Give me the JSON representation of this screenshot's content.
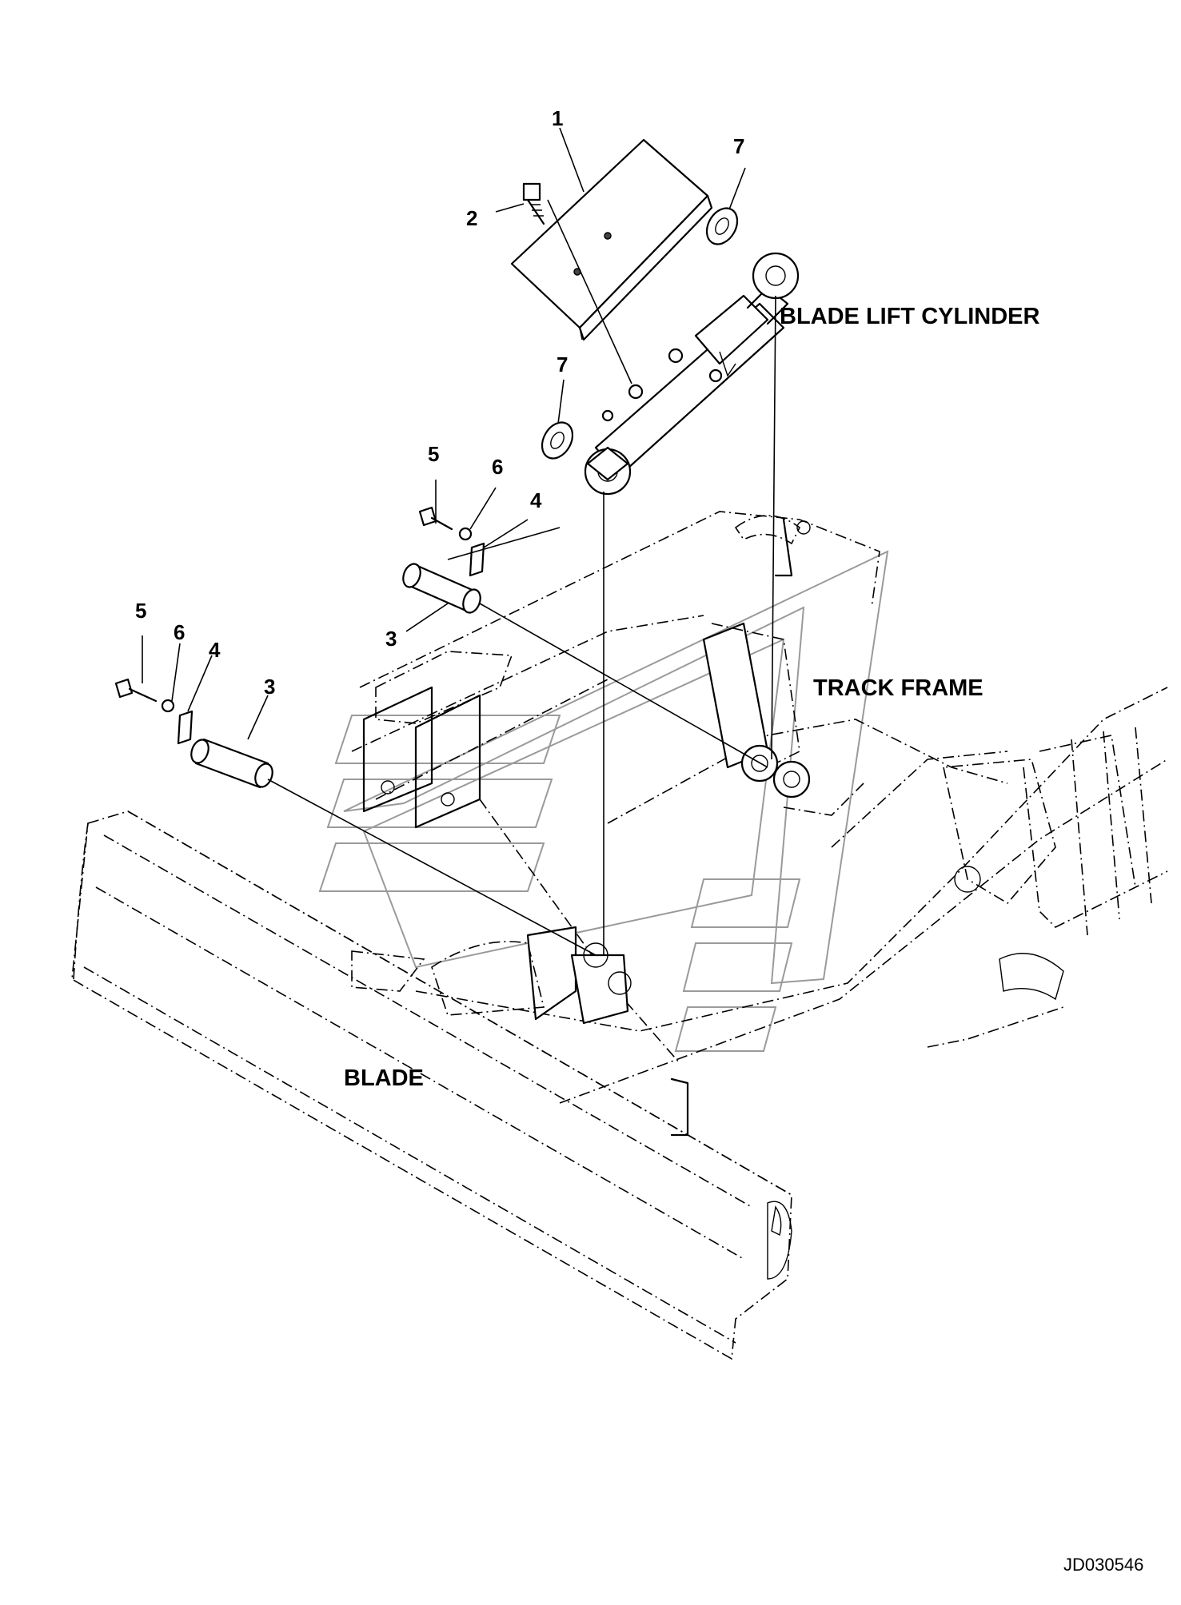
{
  "labels": {
    "blade_lift_cylinder": "BLADE LIFT CYLINDER",
    "track_frame": "TRACK FRAME",
    "blade": "BLADE"
  },
  "callouts": {
    "c1": "1",
    "c2": "2",
    "c7_upper": "7",
    "c7_lower": "7",
    "c5_upper": "5",
    "c6_upper": "6",
    "c4_upper": "4",
    "c3_upper": "3",
    "c5_lower": "5",
    "c6_lower": "6",
    "c4_lower": "4",
    "c3_lower": "3"
  },
  "drawing_code": "JD030546",
  "icons": {
    "watermark": "brand-logo-watermark"
  }
}
